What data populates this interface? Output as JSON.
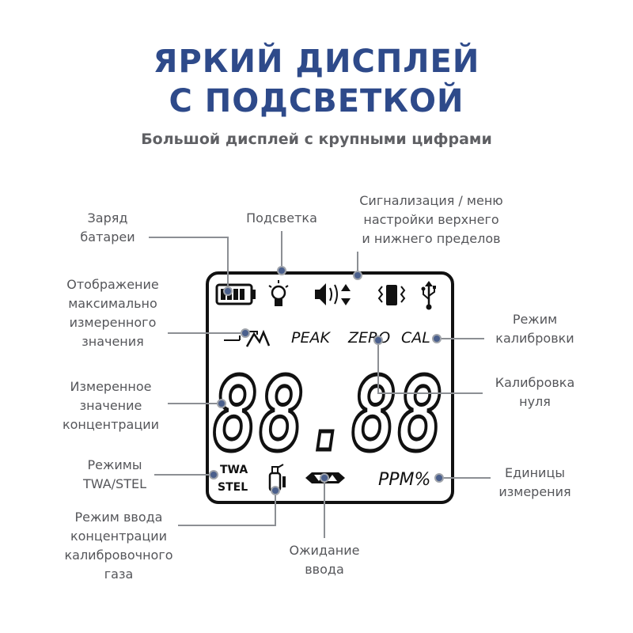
{
  "header": {
    "title_line1": "ЯРКИЙ ДИСПЛЕЙ",
    "title_line2": "С ПОДСВЕТКОЙ",
    "subtitle": "Большой дисплей с крупными цифрами"
  },
  "display": {
    "digits": "88.88",
    "label_peak": "PEAK",
    "label_zero": "ZERO",
    "label_cal": "CAL",
    "label_twa": "TWA",
    "label_stel": "STEL",
    "label_ppm": "PPM%"
  },
  "callouts": {
    "battery": [
      "Заряд",
      "батареи"
    ],
    "backlight": [
      "Подсветка"
    ],
    "alarm": [
      "Сигнализация / меню",
      "настройки верхнего",
      "и нижнего пределов"
    ],
    "peak": [
      "Отображение",
      "максимально",
      "измеренного",
      "значения"
    ],
    "calibration": [
      "Режим",
      "калибровки"
    ],
    "zero": [
      "Калибровка",
      "нуля"
    ],
    "measured": [
      "Измеренное",
      "значение",
      "концентрации"
    ],
    "twa": [
      "Режимы",
      "TWA/STEL"
    ],
    "units": [
      "Единицы",
      "измерения"
    ],
    "gas": [
      "Режим ввода",
      "концентрации",
      "калибровочного",
      "газа"
    ],
    "wait": [
      "Ожидание",
      "ввода"
    ]
  },
  "colors": {
    "title": "#2e4a8a",
    "text": "#55565a",
    "lcd": "#111111",
    "leader": "#8c8f94",
    "dot_fill": "#4a5f8c"
  }
}
